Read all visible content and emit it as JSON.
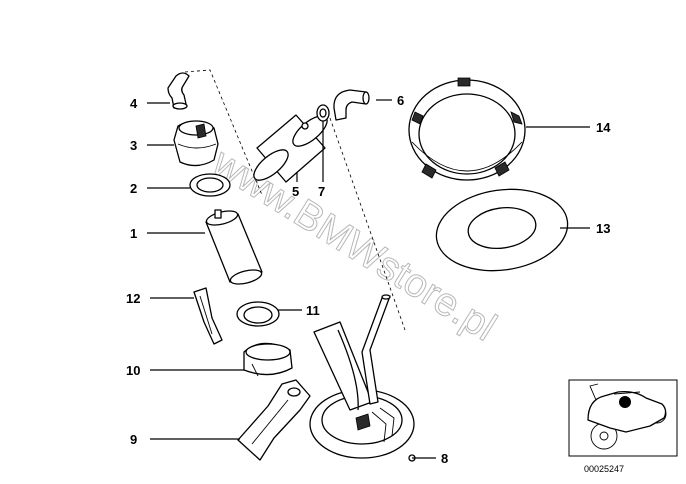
{
  "watermark": "www.BMWstore.pl",
  "reference_number": "00025247",
  "callouts": {
    "c1": "1",
    "c2": "2",
    "c3": "3",
    "c4": "4",
    "c5": "5",
    "c6": "6",
    "c7": "7",
    "c8": "8",
    "c9": "9",
    "c10": "10",
    "c11": "11",
    "c12": "12",
    "c13": "13",
    "c14": "14"
  }
}
